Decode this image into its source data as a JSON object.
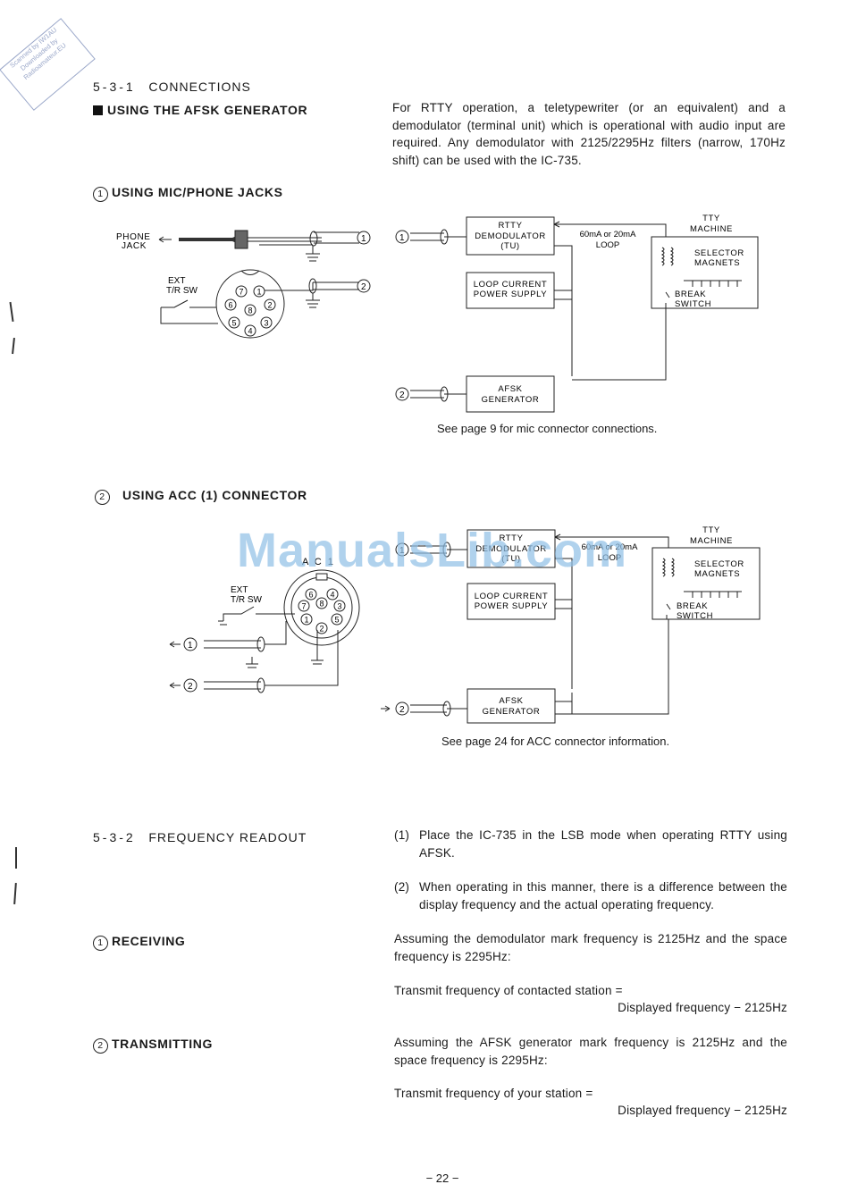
{
  "stamp": {
    "line1": "Scanned by IW1AU",
    "line2": "Downloaded by",
    "line3": "Radioamateur.EU"
  },
  "watermark": "ManualsLib.com",
  "section_531": {
    "number": "5-3-1",
    "title": "CONNECTIONS"
  },
  "afsk_heading": "USING THE AFSK GENERATOR",
  "intro_text": "For RTTY operation, a teletypewriter (or an equivalent) and a demodulator (terminal unit) which is operational with audio input are required. Any demodulator with 2125/2295Hz filters (narrow, 170Hz shift) can be used with the IC-735.",
  "sub1": {
    "num": "1",
    "title": "USING MIC/PHONE JACKS"
  },
  "mic_diagram": {
    "phone_jack": "PHONE JACK",
    "ext_tr_sw": "EXT T/R SW",
    "pins": [
      "7",
      "1",
      "6",
      "8",
      "2",
      "5",
      "3",
      "4"
    ],
    "out1": "1",
    "out2": "2"
  },
  "block1": {
    "rtty_demod": [
      "RTTY",
      "DEMODULATOR",
      "(TU)"
    ],
    "loop_supply": [
      "LOOP CURRENT",
      "POWER SUPPLY"
    ],
    "afsk_gen": [
      "AFSK",
      "GENERATOR"
    ],
    "loop_label": [
      "60mA or 20mA",
      "LOOP"
    ],
    "tty_machine": [
      "TTY",
      "MACHINE"
    ],
    "selector": [
      "SELECTOR",
      "MAGNETS"
    ],
    "break_switch": [
      "BREAK",
      "SWITCH"
    ],
    "in1": "1",
    "in2": "2",
    "caption": "See page 9 for mic connector connections."
  },
  "sub2": {
    "num": "2",
    "title": "USING ACC (1) CONNECTOR"
  },
  "acc_diagram": {
    "acc_label": "A C 1",
    "ext_tr_sw": "EXT T/R SW",
    "pins": [
      "6",
      "4",
      "8",
      "7",
      "3",
      "1",
      "5",
      "2"
    ],
    "out1": "1",
    "out2": "2"
  },
  "block2": {
    "rtty_demod": [
      "RTTY",
      "DEMODULATOR",
      "(TU)"
    ],
    "loop_supply": [
      "LOOP CURRENT",
      "POWER SUPPLY"
    ],
    "afsk_gen": [
      "AFSK",
      "GENERATOR"
    ],
    "loop_label": [
      "60mA or 20mA",
      "LOOP"
    ],
    "tty_machine": [
      "TTY",
      "MACHINE"
    ],
    "selector": [
      "SELECTOR",
      "MAGNETS"
    ],
    "break_switch": [
      "BREAK",
      "SWITCH"
    ],
    "in1": "1",
    "in2": "2",
    "caption": "See page 24 for ACC connector information."
  },
  "section_532": {
    "number": "5-3-2",
    "title": "FREQUENCY READOUT"
  },
  "notes": [
    {
      "num": "(1)",
      "text": "Place the IC-735 in the LSB mode when operating RTTY using AFSK."
    },
    {
      "num": "(2)",
      "text": "When operating in this manner, there is a difference between the display frequency and the actual operating frequency."
    }
  ],
  "receiving": {
    "num": "1",
    "title": "RECEIVING",
    "text": "Assuming the demodulator mark frequency is 2125Hz and the space frequency is 2295Hz:",
    "formula_left": "Transmit frequency of contacted station =",
    "formula_right": "Displayed frequency − 2125Hz"
  },
  "transmitting": {
    "num": "2",
    "title": "TRANSMITTING",
    "text": "Assuming the AFSK generator mark frequency is 2125Hz and the space frequency is 2295Hz:",
    "formula_left": "Transmit frequency of your station =",
    "formula_right": "Displayed frequency − 2125Hz"
  },
  "page_number": "− 22 −"
}
